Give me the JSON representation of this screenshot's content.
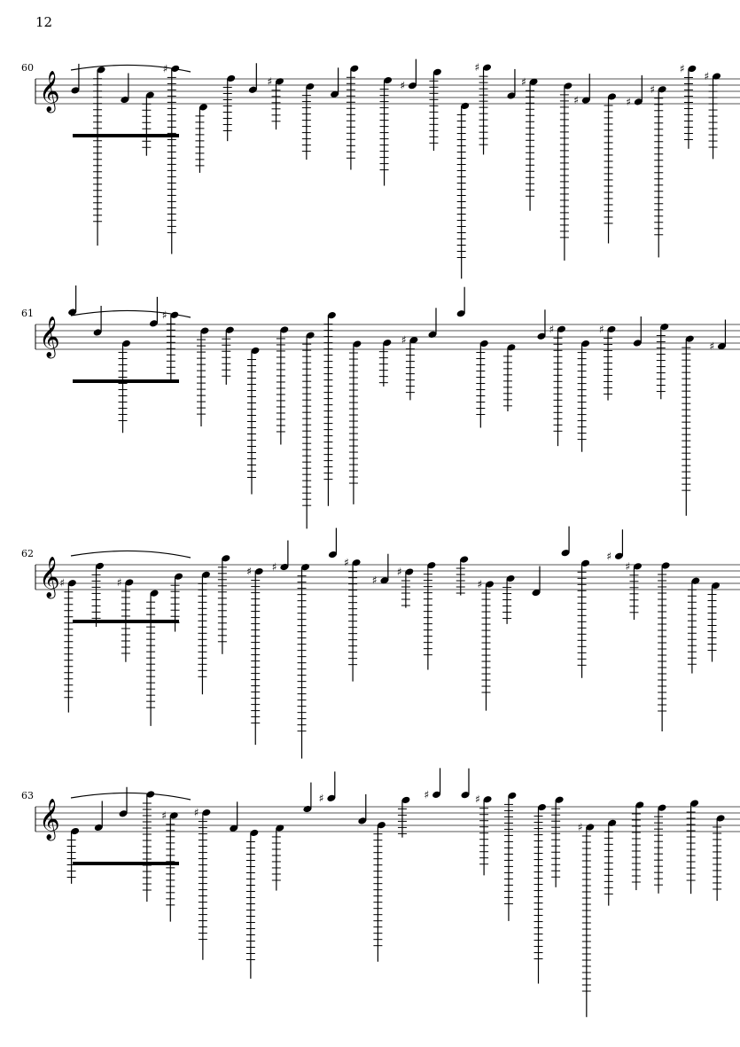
{
  "page_number": "12",
  "systems": [
    {
      "measure_number": "60"
    },
    {
      "measure_number": "61"
    },
    {
      "measure_number": "62"
    },
    {
      "measure_number": "63"
    }
  ],
  "colors": {
    "ink": "#000000",
    "paper": "#ffffff"
  }
}
